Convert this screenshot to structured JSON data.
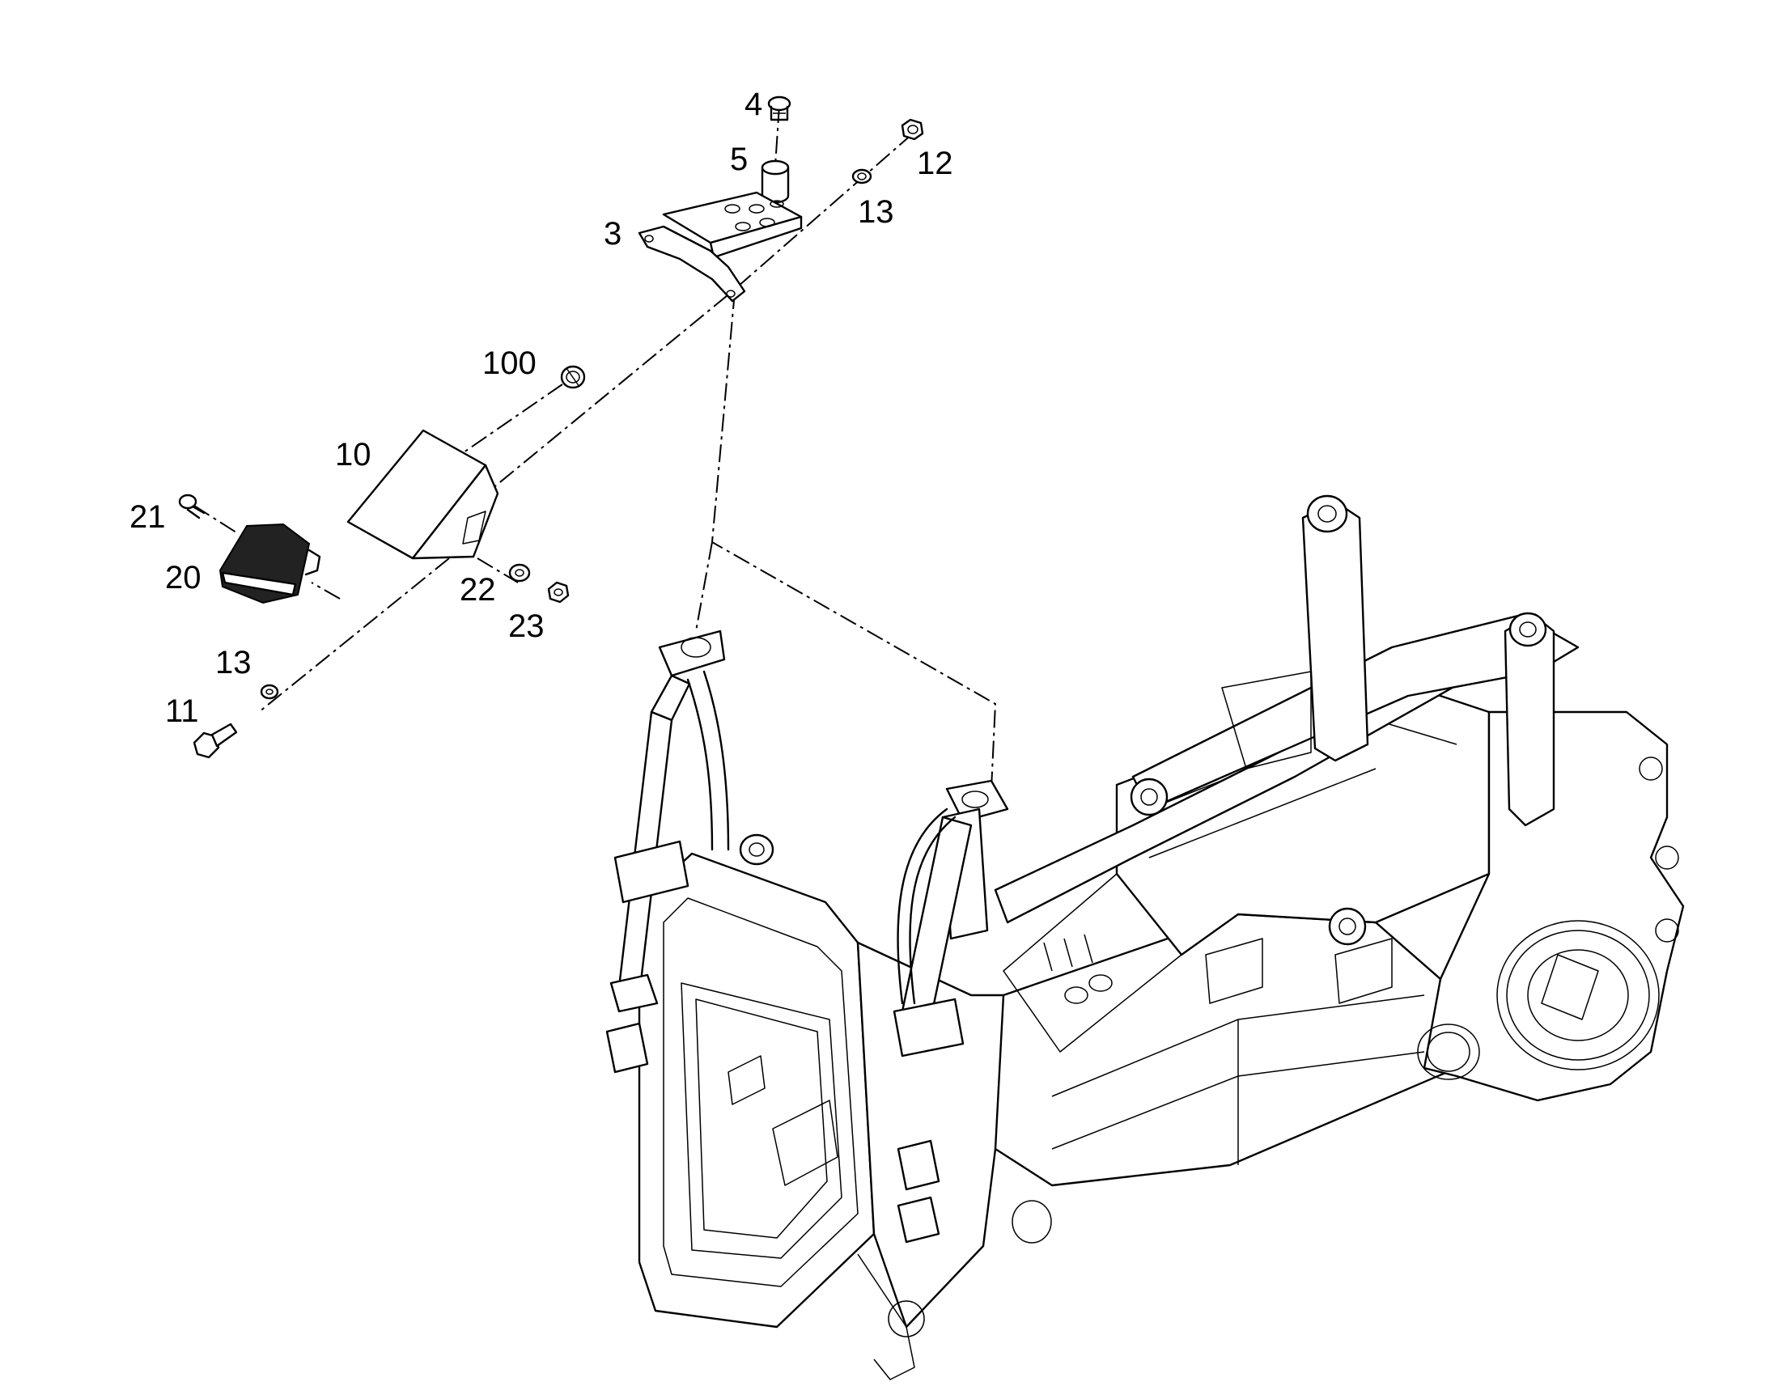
{
  "labels": {
    "p3": "3",
    "p4": "4",
    "p5": "5",
    "p10": "10",
    "p11": "11",
    "p12": "12",
    "p13a": "13",
    "p13b": "13",
    "p20": "20",
    "p21": "21",
    "p22": "22",
    "p23": "23",
    "p100": "100"
  }
}
